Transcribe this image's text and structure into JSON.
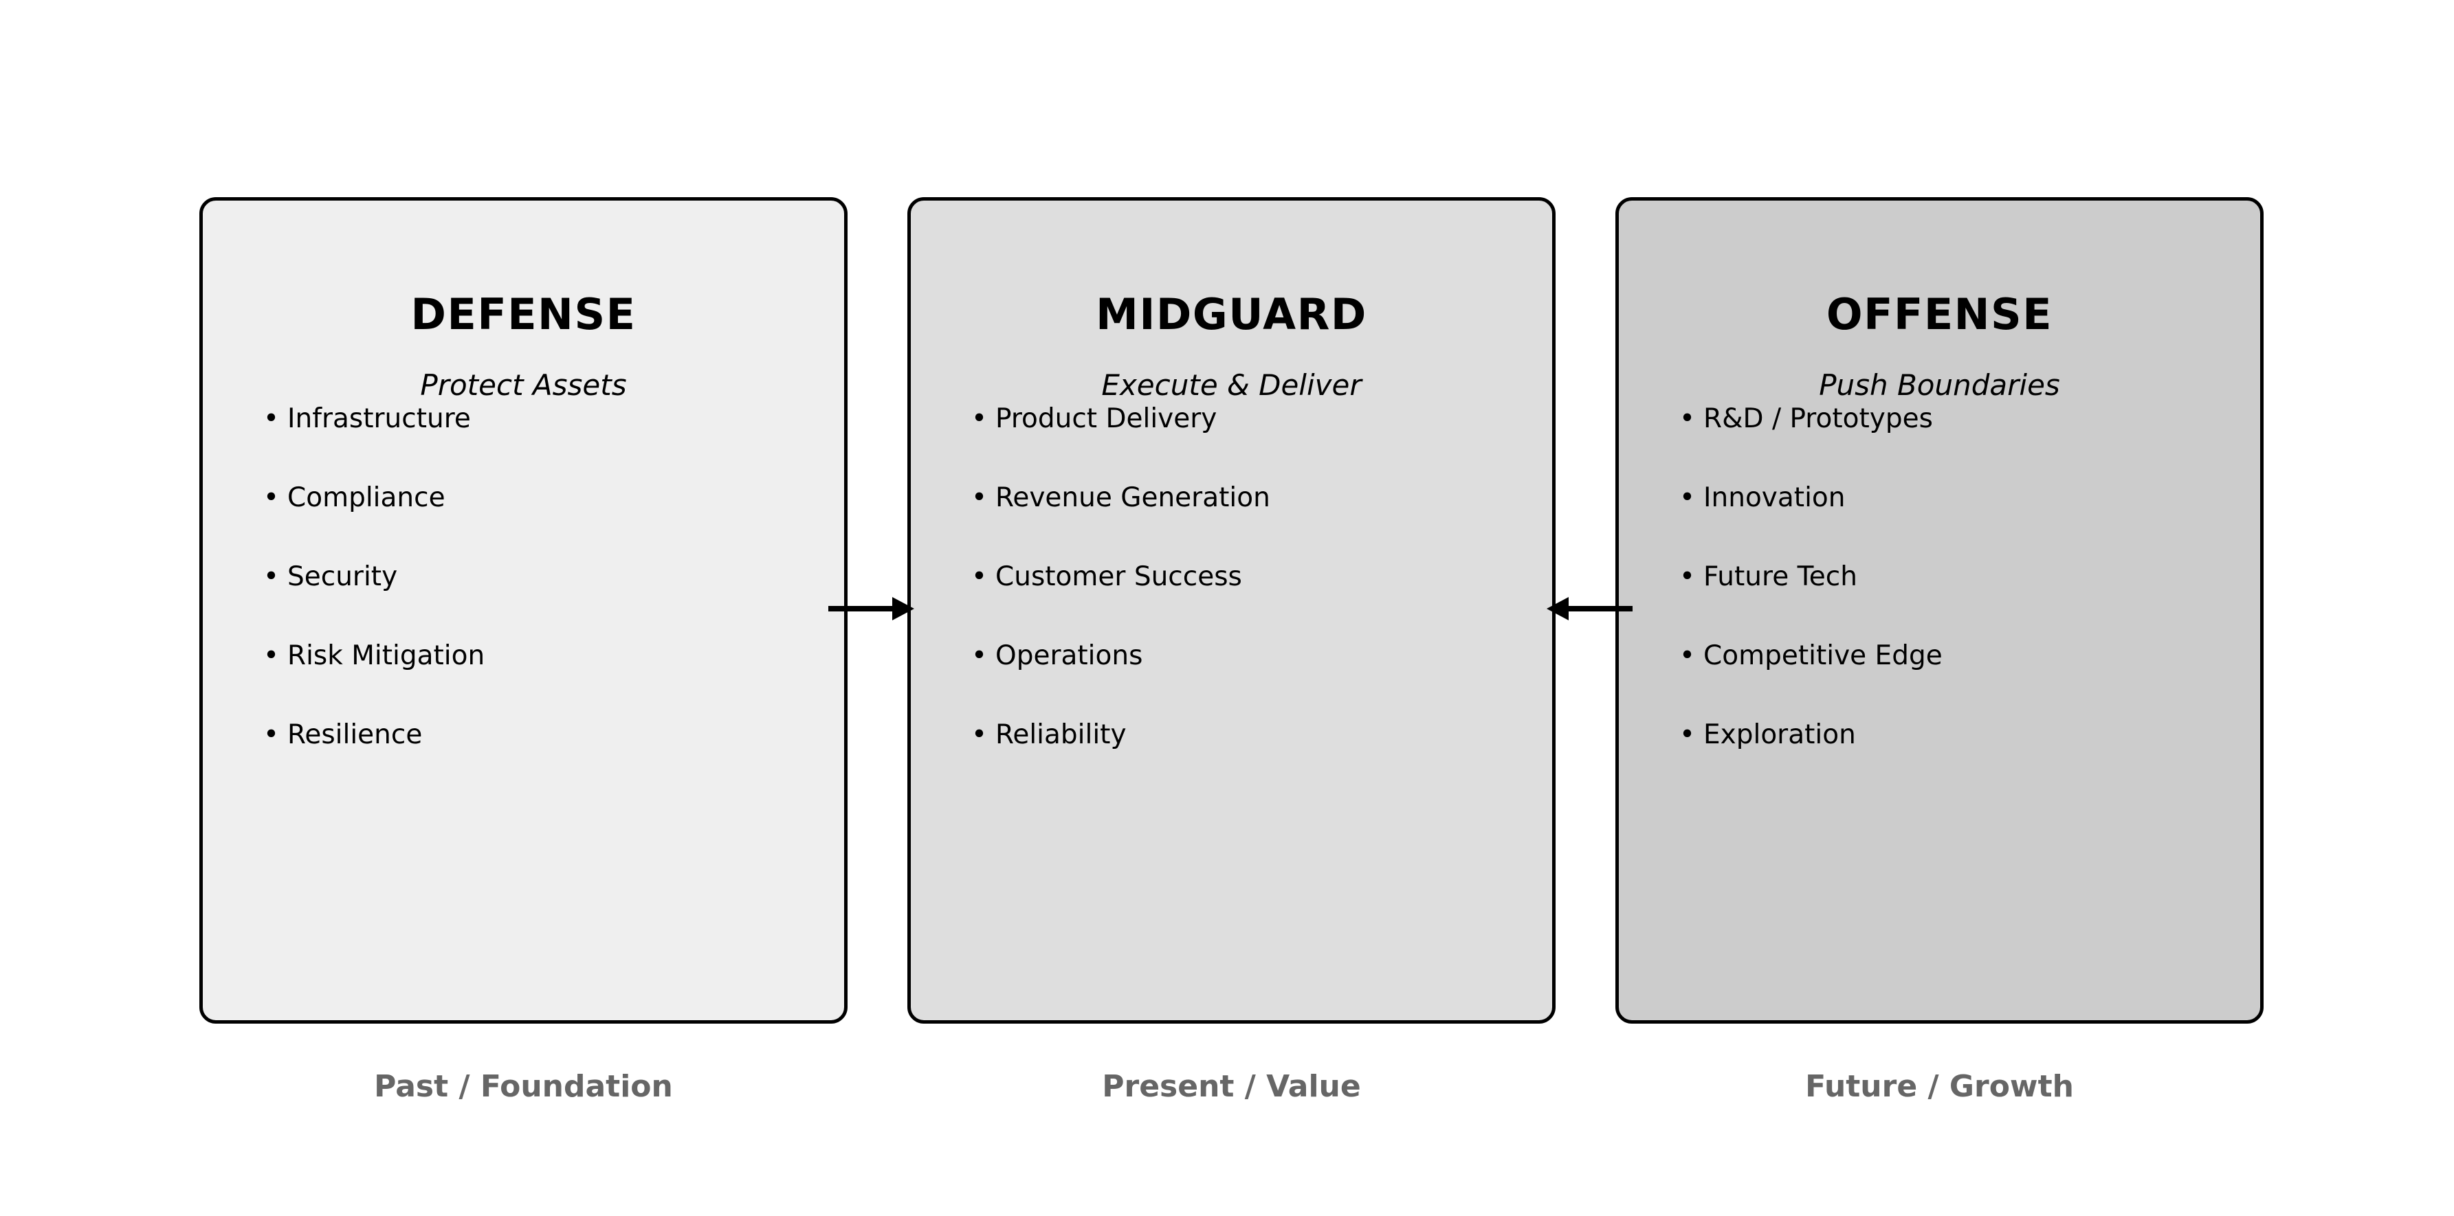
{
  "diagram": {
    "colors": {
      "background": "#ffffff",
      "border": "#000000",
      "text": "#000000",
      "caption_text": "#666666",
      "card_1_fill": "#efefef",
      "card_2_fill": "#dedede",
      "card_3_fill": "#cccccc"
    },
    "cards": [
      {
        "title": "DEFENSE",
        "subtitle": "Protect Assets",
        "caption": "Past / Foundation",
        "bullets": [
          "Infrastructure",
          "Compliance",
          "Security",
          "Risk Mitigation",
          "Resilience"
        ]
      },
      {
        "title": "MIDGUARD",
        "subtitle": "Execute & Deliver",
        "caption": "Present / Value",
        "bullets": [
          "Product Delivery",
          "Revenue Generation",
          "Customer Success",
          "Operations",
          "Reliability"
        ]
      },
      {
        "title": "OFFENSE",
        "subtitle": "Push Boundaries",
        "caption": "Future / Growth",
        "bullets": [
          "R&D / Prototypes",
          "Innovation",
          "Future Tech",
          "Competitive Edge",
          "Exploration"
        ]
      }
    ],
    "connectors": [
      {
        "name": "defense-to-midguard",
        "direction": "right",
        "from": "DEFENSE",
        "to": "MIDGUARD"
      },
      {
        "name": "offense-to-midguard",
        "direction": "left",
        "from": "OFFENSE",
        "to": "MIDGUARD"
      }
    ],
    "bullet_glyph": "•"
  }
}
